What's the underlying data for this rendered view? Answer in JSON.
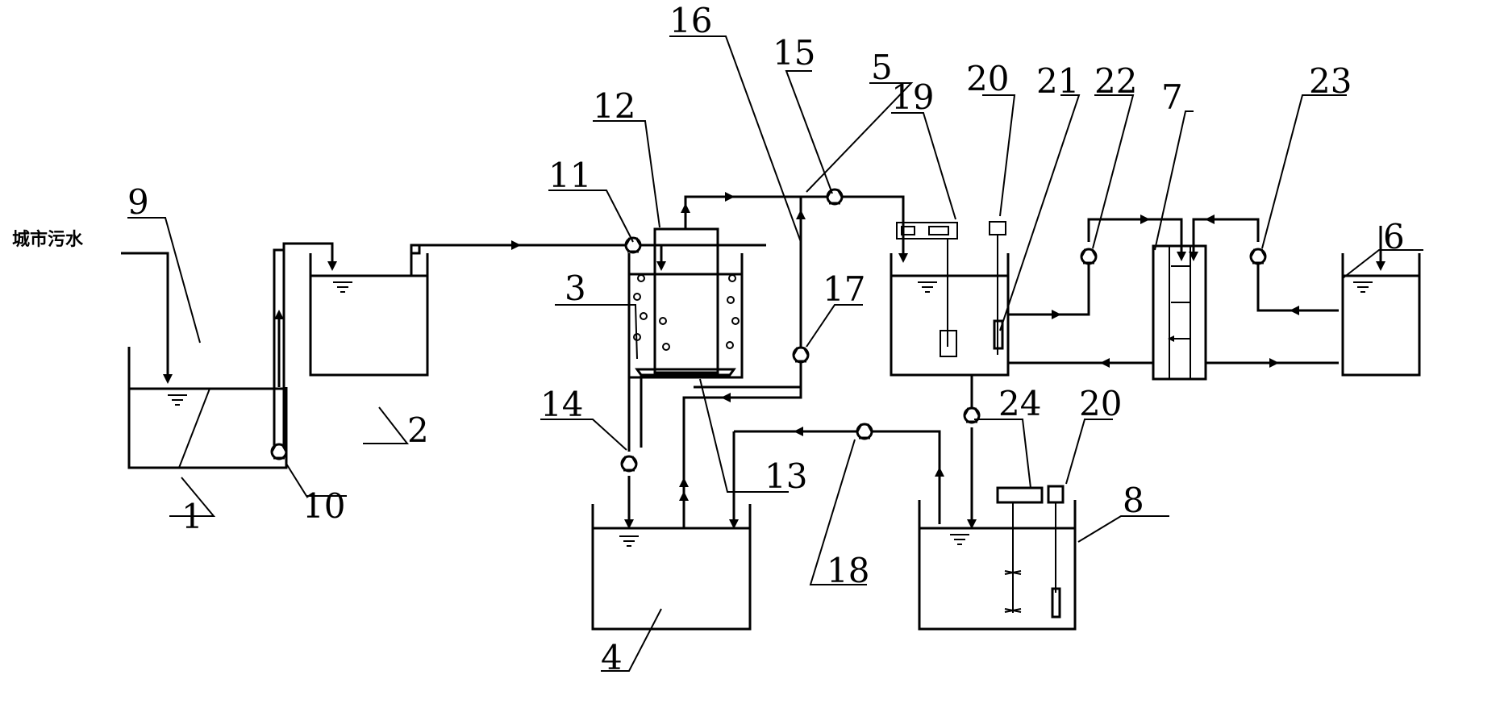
{
  "inlet_label": "城市污水",
  "labels": {
    "n1": "1",
    "n2": "2",
    "n3": "3",
    "n4": "4",
    "n5": "5",
    "n6": "6",
    "n7": "7",
    "n8": "8",
    "n9": "9",
    "n10": "10",
    "n11": "11",
    "n12": "12",
    "n13": "13",
    "n14": "14",
    "n15": "15",
    "n16": "16",
    "n17": "17",
    "n18": "18",
    "n19": "19",
    "n20a": "20",
    "n20b": "20",
    "n21": "21",
    "n22": "22",
    "n23": "23",
    "n24": "24"
  }
}
